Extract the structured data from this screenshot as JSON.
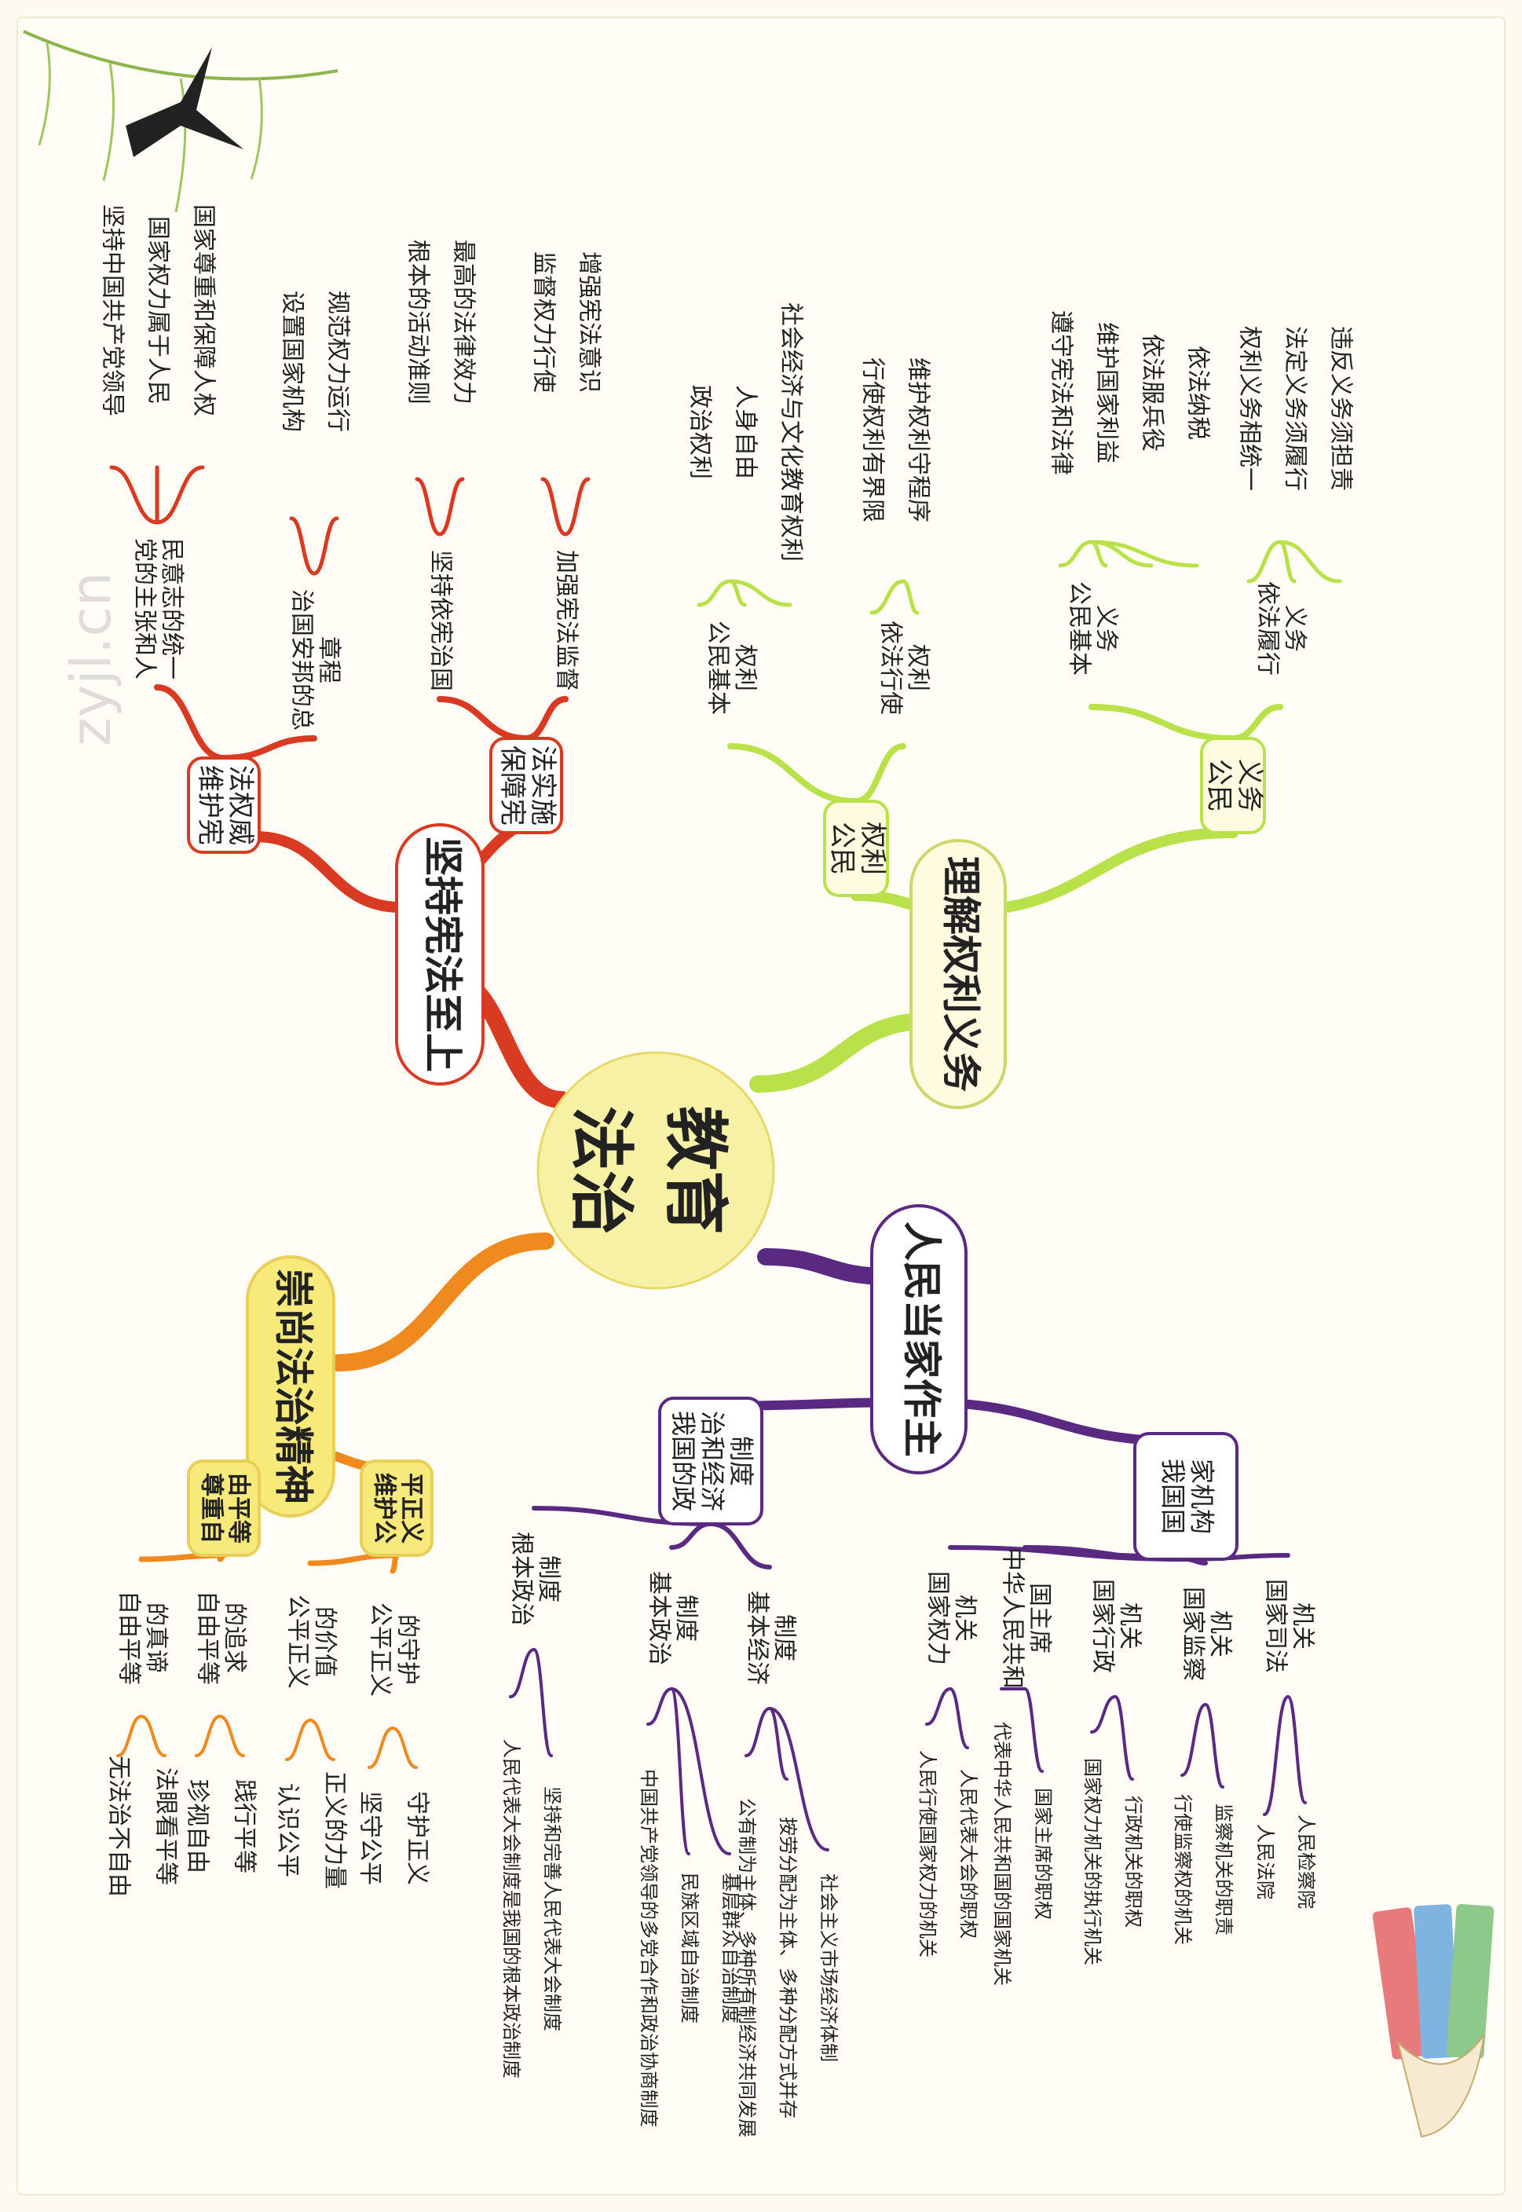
{
  "center": {
    "label": "法治\n教育",
    "color": "#f7f1a6"
  },
  "colors": {
    "red": "#d83a22",
    "green": "#b9e24a",
    "orange": "#f08a1e",
    "purple": "#5a2a82",
    "yellow": "#f5e27a"
  },
  "branches": [
    {
      "id": "uphold-constitution",
      "label": "坚持宪法至上",
      "color": "#d83a22",
      "children": [
        {
          "label": "维护宪法权威",
          "children": [
            {
              "label": "党的主张和人民意志的统一",
              "children": [
                "坚持中国共产党领导",
                "国家权力属于人民",
                "国家尊重和保障人权"
              ]
            },
            {
              "label": "治国安邦的总章程",
              "children": [
                "设置国家机构",
                "规范权力运行"
              ]
            }
          ]
        },
        {
          "label": "保障宪法实施",
          "children": [
            {
              "label": "坚持依宪治国",
              "children": [
                "根本的活动准则",
                "最高的法律效力"
              ]
            },
            {
              "label": "加强宪法监督",
              "children": [
                "监督权力行使",
                "增强宪法意识"
              ]
            }
          ]
        }
      ]
    },
    {
      "id": "rights-duties",
      "label": "理解权利义务",
      "color": "#b9e24a",
      "children": [
        {
          "label": "公民权利",
          "children": [
            {
              "label": "公民基本权利",
              "children": [
                "政治权利",
                "人身自由",
                "社会经济与文化教育权利"
              ]
            },
            {
              "label": "依法行使权利",
              "children": [
                "行使权利有界限",
                "维护权利守程序"
              ]
            }
          ]
        },
        {
          "label": "公民义务",
          "children": [
            {
              "label": "公民基本义务",
              "children": [
                "遵守宪法和法律",
                "维护国家利益",
                "依法服兵役",
                "依法纳税"
              ]
            },
            {
              "label": "依法履行义务",
              "children": [
                "权利义务相统一",
                "法定义务须履行",
                "违反义务须担责"
              ]
            }
          ]
        }
      ]
    },
    {
      "id": "rule-of-law-spirit",
      "label": "崇尚法治精神",
      "color": "#f08a1e",
      "children": [
        {
          "label": "尊重自由平等",
          "children": [
            {
              "label": "自由平等的真谛",
              "children": [
                "无法治不自由",
                "法眼看平等"
              ]
            },
            {
              "label": "自由平等的追求",
              "children": [
                "珍视自由",
                "践行平等"
              ]
            }
          ]
        },
        {
          "label": "维护公平正义",
          "children": [
            {
              "label": "公平正义的价值",
              "children": [
                "认识公平",
                "正义的力量"
              ]
            },
            {
              "label": "公平正义的守护",
              "children": [
                "坚守公平",
                "守护正义"
              ]
            }
          ]
        }
      ]
    },
    {
      "id": "people-masters",
      "label": "人民当家作主",
      "color": "#5a2a82",
      "children": [
        {
          "label": "我国的政治和经济制度",
          "children": [
            {
              "label": "根本政治制度",
              "children": [
                "人民代表大会制度是我国的根本政治制度",
                "坚持和完善人民代表大会制度"
              ]
            },
            {
              "label": "基本政治制度",
              "children": [
                "中国共产党领导的多党合作和政治协商制度",
                "民族区域自治制度",
                "基层群众自治制度"
              ]
            },
            {
              "label": "基本经济制度",
              "children": [
                "公有制为主体、多种所有制经济共同发展",
                "按劳分配为主体、多种分配方式并存",
                "社会主义市场经济体制"
              ]
            }
          ]
        },
        {
          "label": "我国国家机构",
          "children": [
            {
              "label": "国家权力机关",
              "children": [
                "人民行使国家权力的机关",
                "人民代表大会的职权"
              ]
            },
            {
              "label": "中华人民共和国主席",
              "children": [
                "代表中华人民共和国的国家机关",
                "国家主席的职权"
              ]
            },
            {
              "label": "国家行政机关",
              "children": [
                "国家权力机关的执行机关",
                "行政机关的职权"
              ]
            },
            {
              "label": "国家监察机关",
              "children": [
                "行使监察权的机关",
                "监察机关的职责"
              ]
            },
            {
              "label": "国家司法机关",
              "children": [
                "人民法院",
                "人民检察院"
              ]
            }
          ]
        }
      ]
    }
  ],
  "watermark": "zyjl.cn"
}
